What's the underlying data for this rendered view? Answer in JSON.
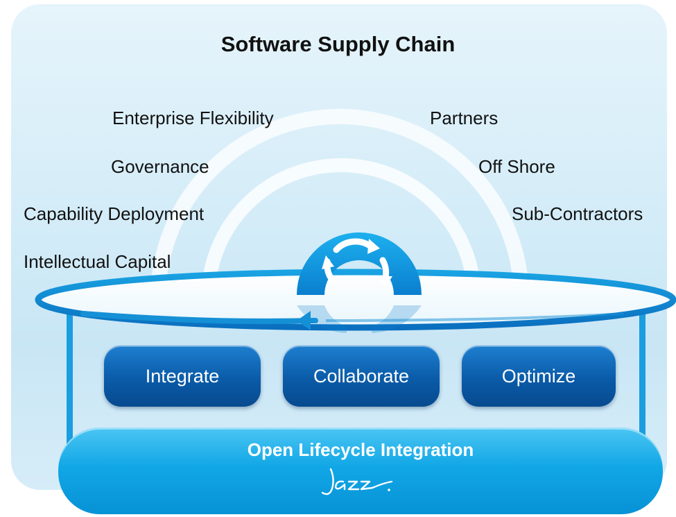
{
  "title": "Software Supply Chain",
  "left_labels": [
    "Enterprise Flexibility",
    "Governance",
    "Capability Deployment",
    "Intellectual Capital"
  ],
  "right_labels": [
    "Partners",
    "Off Shore",
    "Sub-Contractors"
  ],
  "pills": [
    "Integrate",
    "Collaborate",
    "Optimize"
  ],
  "base": {
    "title": "Open Lifecycle Integration",
    "logo": "jazz"
  },
  "icons": {
    "cycle": "cycle-arrows-icon",
    "ring_arrow": "ring-arrow-icon"
  },
  "colors": {
    "dark_blue": "#0a5ba8",
    "light_blue": "#11a7e6",
    "background": "#d3ecf8"
  }
}
